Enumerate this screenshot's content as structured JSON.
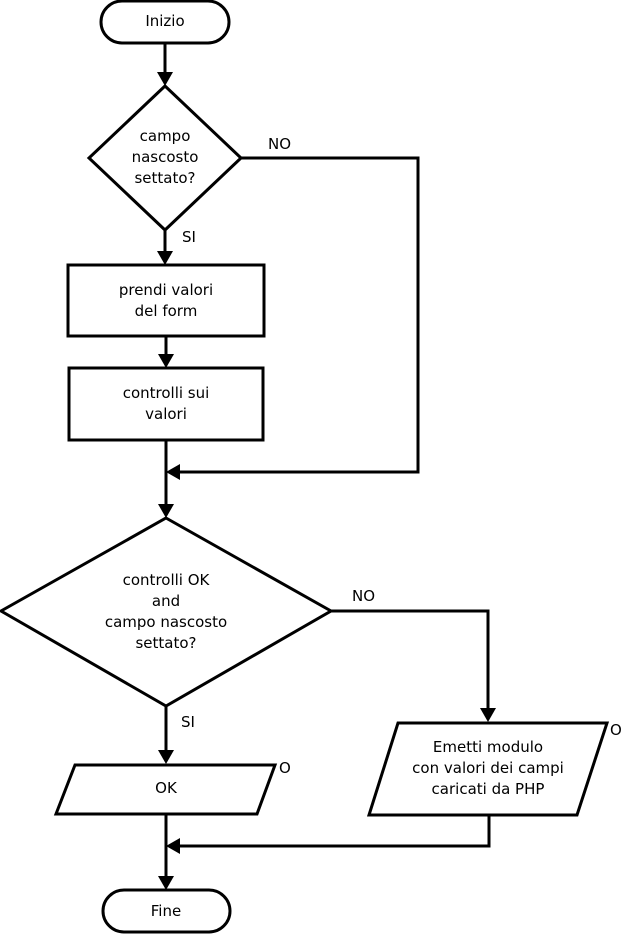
{
  "nodes": {
    "start": "Inizio",
    "decision1": [
      "campo",
      "nascosto",
      "settato?"
    ],
    "get_values": [
      "prendi valori",
      "del form"
    ],
    "check_values": [
      "controlli sui",
      "valori"
    ],
    "decision2": [
      "controlli OK",
      "and",
      "campo nascosto",
      "settato?"
    ],
    "ok": "OK",
    "ok_mark": "O",
    "emit": [
      "Emetti modulo",
      "con valori dei campi",
      "caricati da PHP"
    ],
    "emit_mark": "O",
    "end": "Fine"
  },
  "edges": {
    "d1_no": "NO",
    "d1_yes": "SI",
    "d2_no": "NO",
    "d2_yes": "SI"
  }
}
